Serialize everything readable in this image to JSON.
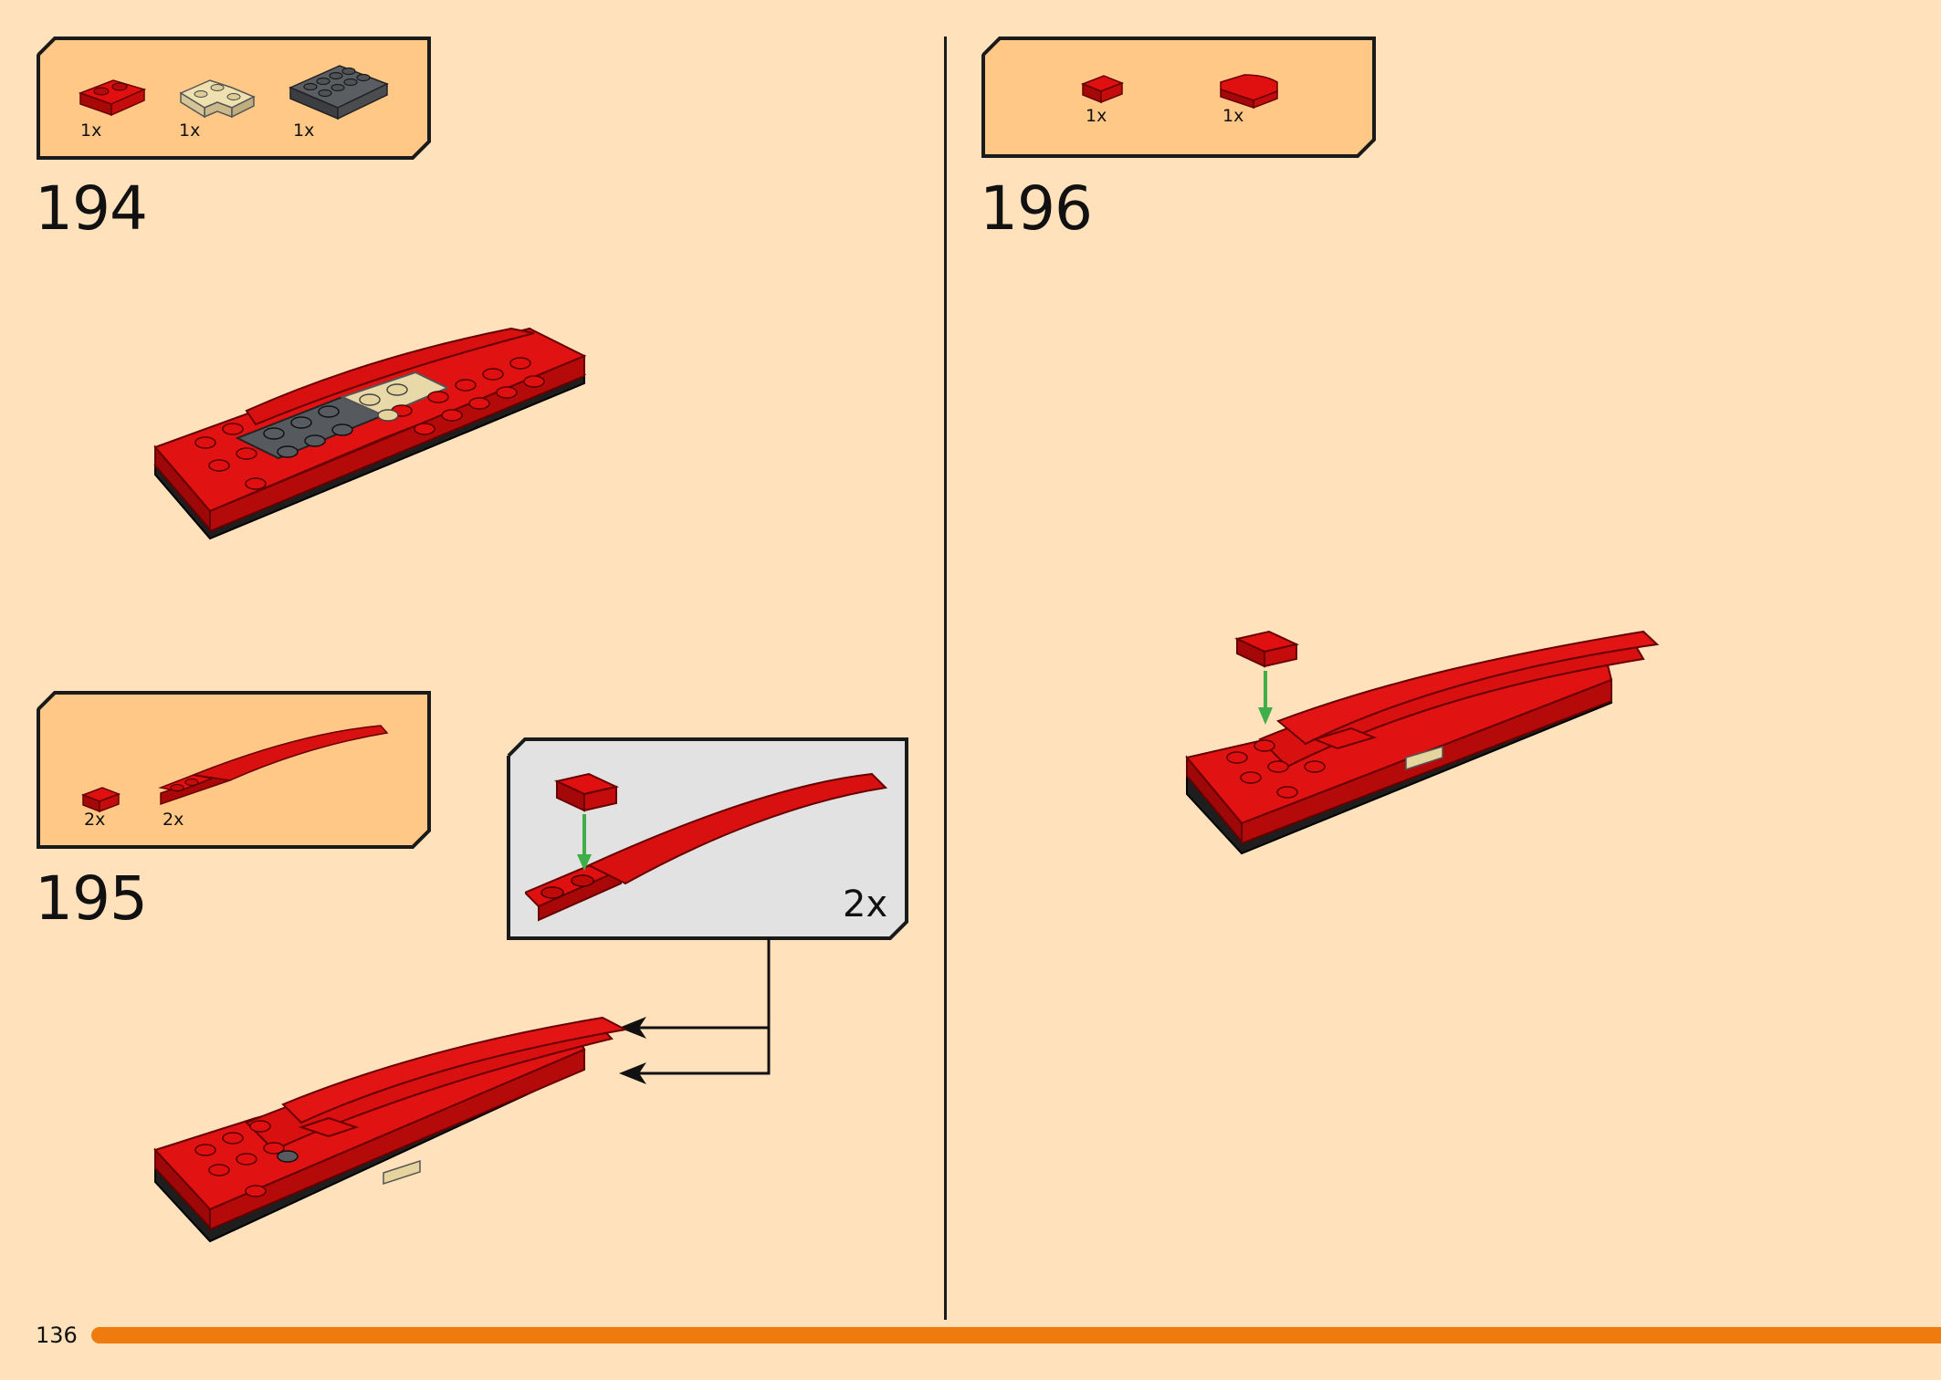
{
  "page": {
    "number": "136",
    "progress": 0.97
  },
  "steps": [
    {
      "number": "194",
      "parts": [
        {
          "qty": "1x",
          "part": "red-plate-1x2-icon"
        },
        {
          "qty": "1x",
          "part": "tan-corner-plate-icon"
        },
        {
          "qty": "1x",
          "part": "dark-grey-plate-2x4-icon"
        }
      ]
    },
    {
      "number": "195",
      "parts": [
        {
          "qty": "2x",
          "part": "red-tile-1x1-icon"
        },
        {
          "qty": "2x",
          "part": "red-curved-wedge-icon"
        }
      ],
      "callout_multiplier": "2x"
    },
    {
      "number": "196",
      "parts": [
        {
          "qty": "1x",
          "part": "red-tile-1x1-icon"
        },
        {
          "qty": "1x",
          "part": "red-curved-tile-icon"
        }
      ]
    }
  ],
  "colors": {
    "page_bg": "#ffe2bb",
    "parts_box": "#ffc887",
    "callout_bg": "#e2e2e2",
    "brick_red": "#d50f0f",
    "progress": "#ef7b0f",
    "arrow_green": "#3fae49"
  }
}
